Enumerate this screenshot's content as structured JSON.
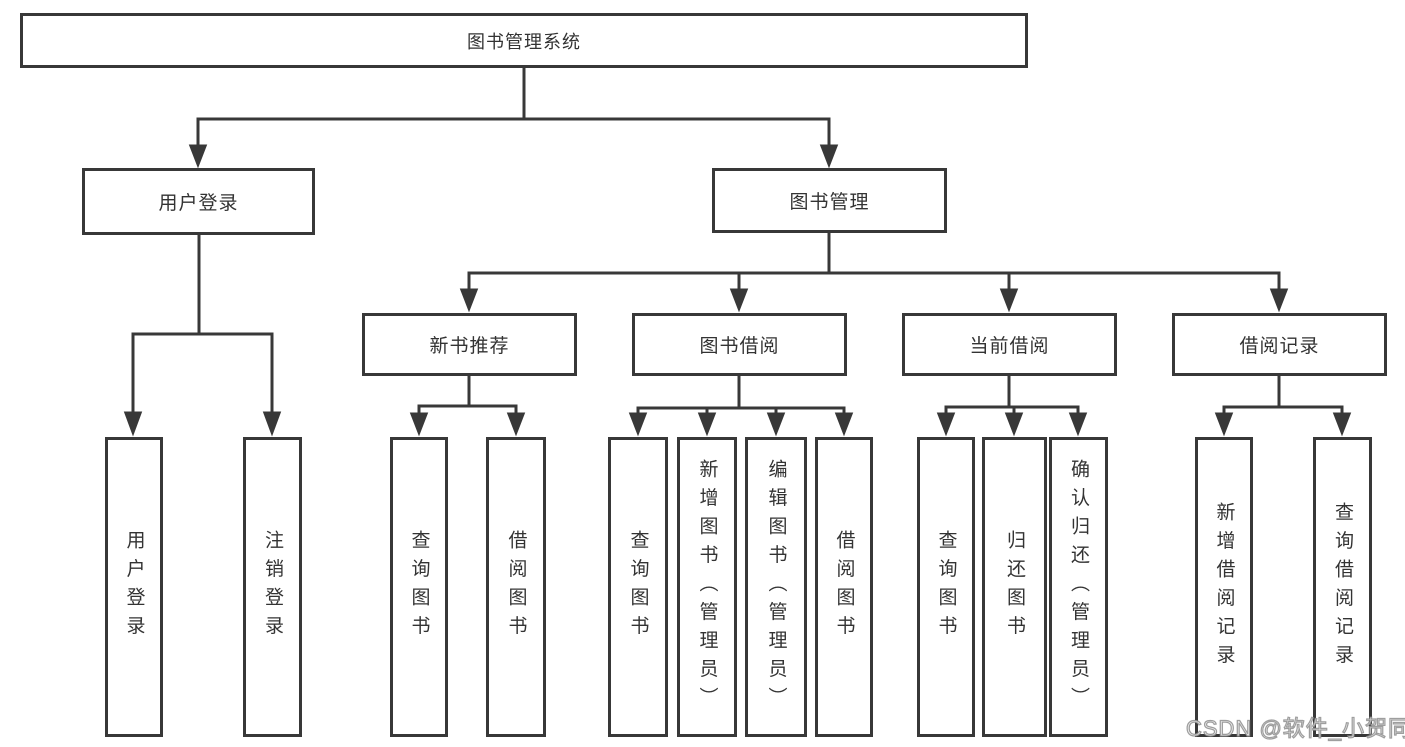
{
  "diagram": {
    "root_label": "图书管理系统",
    "user_login": {
      "label": "用户登录",
      "children": [
        "用户登录",
        "注销登录"
      ]
    },
    "book_management": {
      "label": "图书管理",
      "groups": [
        {
          "label": "新书推荐",
          "children": [
            "查询图书",
            "借阅图书"
          ]
        },
        {
          "label": "图书借阅",
          "children": [
            "查询图书",
            "新增图书（管理员）",
            "编辑图书（管理员）",
            "借阅图书"
          ]
        },
        {
          "label": "当前借阅",
          "children": [
            "查询图书",
            "归还图书",
            "确认归还（管理员）"
          ]
        },
        {
          "label": "借阅记录",
          "children": [
            "新增借阅记录",
            "查询借阅记录"
          ]
        }
      ]
    }
  },
  "watermark": "CSDN @软件_小贺同学",
  "colors": {
    "line": "#383838",
    "box_border": "#383838",
    "text": "#333333",
    "background": "#ffffff",
    "watermark_fill": "#f5f5f5",
    "watermark_outline": "#8f8f8f"
  }
}
